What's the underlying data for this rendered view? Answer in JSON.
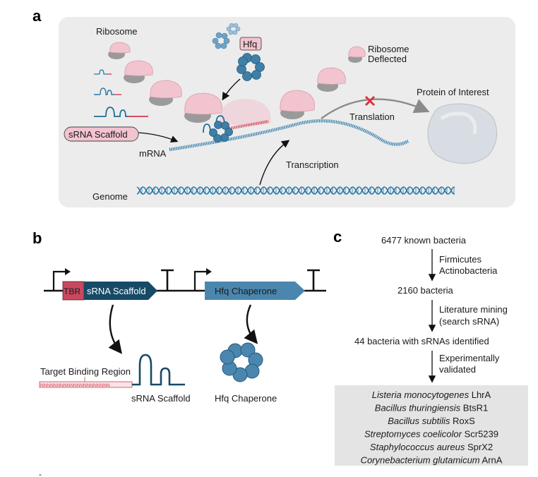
{
  "panel_a": {
    "letter": "a",
    "ribosome": "Ribosome",
    "hfq": "Hfq",
    "ribosome_deflected_1": "Ribosome",
    "ribosome_deflected_2": "Deflected",
    "protein_of_interest": "Protein of Interest",
    "srna_scaffold": "sRNA Scaffold",
    "translation": "Translation",
    "mrna": "mRNA",
    "transcription": "Transcription",
    "genome": "Genome",
    "colors": {
      "ribosome_large": "#f2c4cf",
      "ribosome_small": "#9a9a9a",
      "hfq": "#3f7fa6",
      "rna": "#1f6e96",
      "target": "#d23a4c",
      "block": "#e0303f",
      "panel_bg": "#ececec"
    }
  },
  "panel_b": {
    "letter": "b",
    "tbr": "TBR",
    "srna_scaffold_gene": "sRNA Scaffold",
    "hfq_gene": "Hfq Chaperone",
    "target_binding_region": "Target Binding Region",
    "nnn_sequence": "NNNNNNNNNNNNNNNNNNNNN",
    "srna_scaffold_label": "sRNA Scaffold",
    "hfq_label": "Hfq Chaperone",
    "colors": {
      "tbr": "#c84860",
      "srna_gene": "#174a66",
      "hfq_gene": "#4a86ad"
    }
  },
  "panel_c": {
    "letter": "c",
    "step1": "6477 known bacteria",
    "filter1_a": "Firmicutes",
    "filter1_b": "Actinobacteria",
    "step2": "2160 bacteria",
    "filter2_a": "Literature mining",
    "filter2_b": "(search sRNA)",
    "step3": "44 bacteria with sRNAs identified",
    "filter3_a": "Experimentally",
    "filter3_b": "validated",
    "species": [
      {
        "name": "Listeria monocytogenes",
        "srna": "LhrA"
      },
      {
        "name": "Bacillus thuringiensis",
        "srna": "BtsR1"
      },
      {
        "name": "Bacillus subtilis",
        "srna": "RoxS"
      },
      {
        "name": "Streptomyces coelicolor",
        "srna": "Scr5239"
      },
      {
        "name": "Staphylococcus aureus",
        "srna": "SprX2"
      },
      {
        "name": "Corynebacterium glutamicum",
        "srna": "ArnA"
      }
    ]
  }
}
